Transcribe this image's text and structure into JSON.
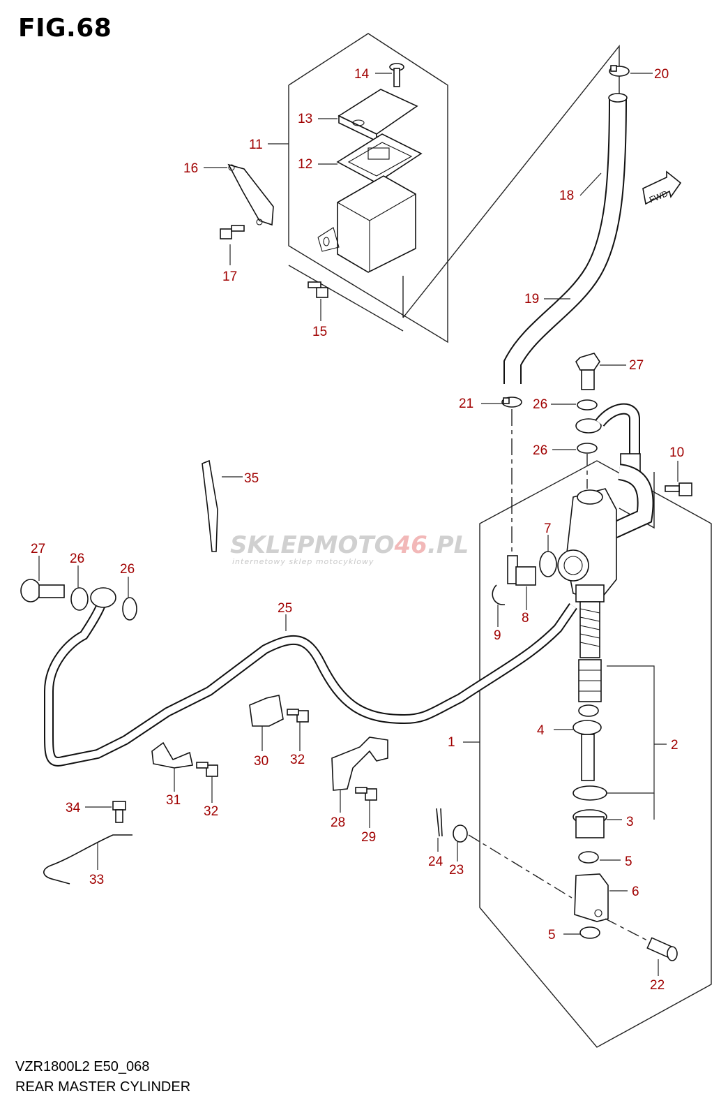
{
  "figure": "FIG.68",
  "model_code": "VZR1800L2 E50_068",
  "title": "REAR MASTER CYLINDER",
  "watermark": {
    "main_a": "SKLEP",
    "main_b": "MOTO",
    "main_c": "46",
    "main_d": ".PL",
    "sub": "internetowy sklep motocyklowy"
  },
  "fwd_label": "FWD",
  "callouts": {
    "c1": "1",
    "c2": "2",
    "c3": "3",
    "c4": "4",
    "c5a": "5",
    "c5b": "5",
    "c6": "6",
    "c7": "7",
    "c8": "8",
    "c9": "9",
    "c10": "10",
    "c11": "11",
    "c12": "12",
    "c13": "13",
    "c14": "14",
    "c15": "15",
    "c16": "16",
    "c17": "17",
    "c18": "18",
    "c19": "19",
    "c20": "20",
    "c21": "21",
    "c22": "22",
    "c23": "23",
    "c24": "24",
    "c25": "25",
    "c26a": "26",
    "c26b": "26",
    "c26c": "26",
    "c26d": "26",
    "c27a": "27",
    "c27b": "27",
    "c28": "28",
    "c29": "29",
    "c30": "30",
    "c31": "31",
    "c32a": "32",
    "c32b": "32",
    "c33": "33",
    "c34": "34",
    "c35": "35"
  },
  "colors": {
    "callout": "#a00000",
    "line": "#222222",
    "watermark_accent": "#e05050"
  }
}
